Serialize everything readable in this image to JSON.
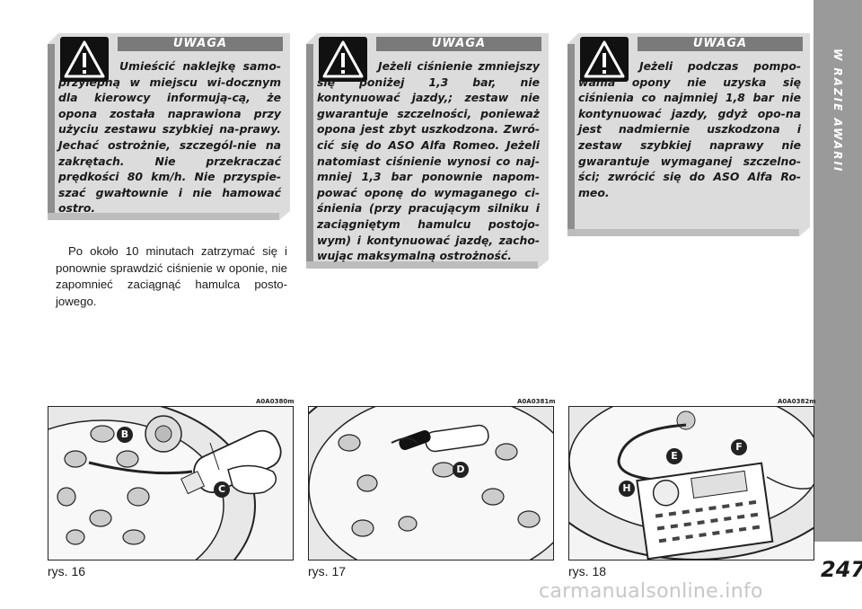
{
  "side_tab": {
    "label": "W RAZIE AWARII"
  },
  "page_number": "247",
  "warnings": [
    {
      "title": "UWAGA",
      "text": "Umieścić naklejkę samo-przylepną w miejscu wi-docznym dla kierowcy informują-cą, że opona została naprawiona przy użyciu zestawu szybkiej na-prawy. Jechać ostrożnie, szczegól-nie na zakrętach. Nie przekraczać prędkości 80 km/h. Nie przyspie-szać gwałtownie i nie hamować ostro."
    },
    {
      "title": "UWAGA",
      "text": "Jeżeli ciśnienie zmniejszy się poniżej 1,3 bar, nie kontynuować jazdy,; zestaw nie gwarantuje szczelności, ponieważ opona jest zbyt uszkodzona. Zwró-cić się do ASO Alfa Romeo. Jeżeli natomiast ciśnienie wynosi co naj-mniej 1,3 bar ponownie napom-pować oponę do wymaganego ci-śnienia (przy pracującym silniku i zaciągniętym hamulcu postojo-wym) i kontynuować jazdę, zacho-wując maksymalną ostrożność."
    },
    {
      "title": "UWAGA",
      "text": "Jeżeli podczas pompo-wania opony nie uzyska się ciśnienia co najmniej 1,8 bar nie kontynuować jazdy, gdyż opo-na jest nadmiernie uszkodzona i zestaw szybkiej naprawy nie gwarantuje wymaganej szczelno-ści; zwrócić się do ASO Alfa Ro-meo."
    }
  ],
  "paragraph": "Po około 10 minutach zatrzymać się i ponownie sprawdzić ciśnienie w oponie, nie zapomnieć zaciągnąć hamulca posto-jowego.",
  "figures": [
    {
      "code": "A0A0380m",
      "caption": "rys. 16",
      "labels": [
        "B",
        "C"
      ]
    },
    {
      "code": "A0A0381m",
      "caption": "rys. 17",
      "labels": [
        "D"
      ]
    },
    {
      "code": "A0A0382m",
      "caption": "rys. 18",
      "labels": [
        "E",
        "F",
        "H"
      ]
    }
  ],
  "watermark": "carmanualsonline.info",
  "colors": {
    "panel": "#dcdcdc",
    "title_bar": "#7a7a7a",
    "side_tab": "#9a9a9a",
    "callout": "#222222"
  }
}
